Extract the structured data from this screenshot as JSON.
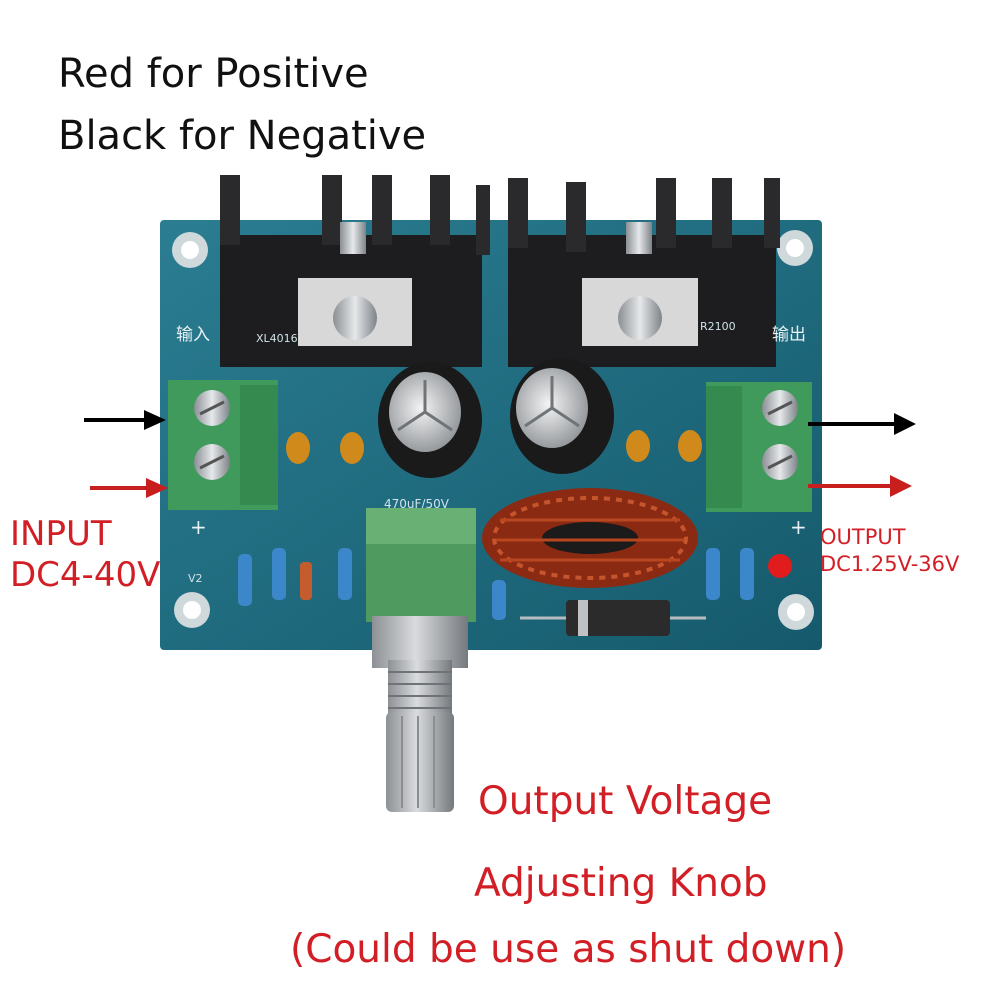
{
  "legend": {
    "positive": "Red for Positive",
    "negative": "Black for Negative"
  },
  "input": {
    "title": "INPUT",
    "range": "DC4-40V",
    "cn_label": "输入",
    "plus_mark": "+",
    "v_mark": "V2"
  },
  "output": {
    "title": "OUTPUT",
    "range": "DC1.25V-36V",
    "cn_label": "输出",
    "plus_mark": "+"
  },
  "chips": {
    "left": "XL4016",
    "right": "R2100"
  },
  "capacitor_label": "470uF/50V",
  "knob_caption": {
    "line1": "Output Voltage",
    "line2": "Adjusting Knob",
    "line3": "(Could be use as shut down)"
  },
  "colors": {
    "pcb": "#1f6f85",
    "terminal": "#3f9a5c",
    "caption_red": "#d21f26",
    "arrow_black": "#000000",
    "arrow_red": "#c81e1e"
  }
}
